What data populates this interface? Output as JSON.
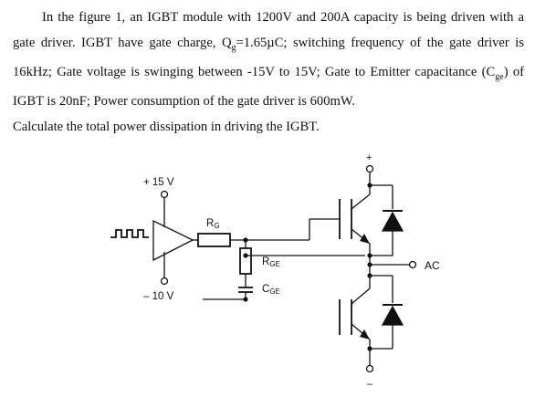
{
  "problem": {
    "intro": "In the figure 1, an IGBT module with 1200V and 200A capacity is being driven with a gate driver. IGBT have gate charge, ",
    "qg_sym": "Q",
    "qg_sub": "g",
    "qg_val": "=1.65µC; switching frequency of the gate driver is 16kHz; Gate voltage is swinging between -15V to 15V; Gate to Emitter capacitance (",
    "cge_sym": "C",
    "cge_sub": "ge",
    "tail": ") of IGBT is 20nF; Power consumption of the gate driver is 600mW.",
    "question": "Calculate the total power dissipation in driving the IGBT."
  },
  "figure": {
    "vplus": "+ 15 V",
    "vminus": "– 10 V",
    "rg_main": "R",
    "rg_sub": "G",
    "rge_main": "R",
    "rge_sub": "GE",
    "cge_main": "C",
    "cge_sub": "GE",
    "ac": "AC",
    "top_term": "+",
    "bot_term": "–"
  }
}
